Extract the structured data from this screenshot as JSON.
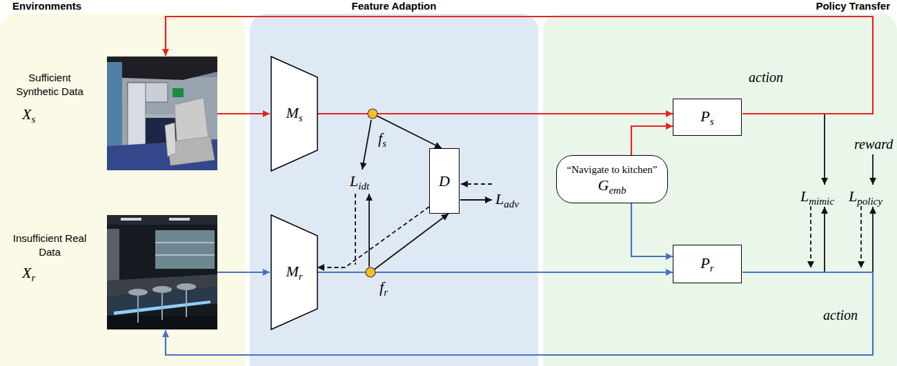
{
  "diagram": {
    "nodes": [
      {
        "text": [
          "Environments"
        ]
      },
      {
        "text": [
          "Feature Adaption"
        ]
      },
      {
        "text": [
          "Policy Transfer"
        ]
      },
      {
        "text": [
          "Ms"
        ],
        "in": 1
      },
      {
        "text": [
          "Mr"
        ],
        "in": 1
      },
      {
        "text": [
          "D"
        ],
        "in": 1
      },
      {
        "text": [
          "“Navigate to kitchen”",
          "Gemb"
        ],
        "in": 2
      },
      {
        "text": [
          "Ps"
        ],
        "in": 2
      },
      {
        "text": [
          "Pr"
        ],
        "in": 2
      }
    ],
    "edges": [
      {
        "from": 3,
        "to": 7,
        "arrow": "to"
      },
      {
        "from": 3,
        "to": 5,
        "arrow": "to"
      },
      {
        "from": 4,
        "to": 5,
        "arrow": "to"
      },
      {
        "from": 5,
        "to": 4,
        "arrow": "to"
      },
      {
        "from": 4,
        "to": 8,
        "arrow": "to"
      },
      {
        "from": 6,
        "to": 7,
        "arrow": "to"
      },
      {
        "from": 6,
        "to": 8,
        "arrow": "to"
      }
    ],
    "labels": [
      "Sufficient Synthetic Data",
      "Xs",
      "Insufficient Real Data",
      "Xr",
      "fs",
      "fr",
      "Lidt",
      "Ladv",
      "action",
      "reward",
      "Lmimic",
      "Lpolicy",
      "action"
    ]
  }
}
